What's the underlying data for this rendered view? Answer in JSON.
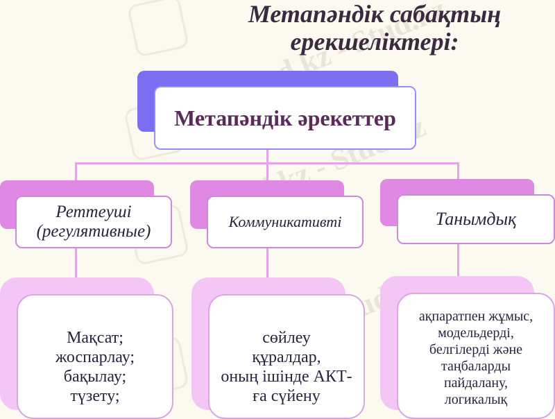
{
  "title": {
    "line1": "Метапәндік сабақтың",
    "line2": "ерекшеліктері:"
  },
  "root": {
    "label": "Метапәндік әрекеттер"
  },
  "categories": [
    {
      "label_line1": "Реттеуші",
      "label_line2": "(регулятивные)"
    },
    {
      "label_line1": "Коммуникативті"
    },
    {
      "label_line1": "Танымдық"
    }
  ],
  "details": [
    {
      "lines": [
        "Мақсат;",
        "жоспарлау;",
        "бақылау;",
        "түзету;"
      ]
    },
    {
      "lines": [
        "сөйлеу",
        "құралдар,",
        "оның ішінде АКТ-",
        "ға сүйену"
      ]
    },
    {
      "lines": [
        "ақпаратпен жұмыс,",
        "модельдерді,",
        "белгілерді және",
        "таңбаларды",
        "пайдалану,",
        "логикалық"
      ]
    }
  ],
  "watermark": {
    "text": "Stud.kz - Stud.kz"
  },
  "colors": {
    "root_back": "#7b6ef0",
    "root_border": "#9a8ef5",
    "cat_back": "#df88e4",
    "detail_back": "#f4c6f6",
    "connector": "#e2a6e6"
  }
}
